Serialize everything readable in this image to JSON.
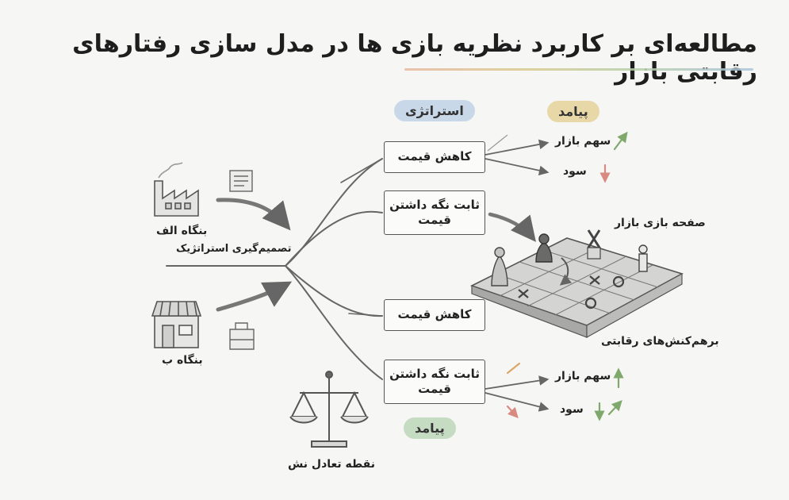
{
  "title": "مطالعه‌ای بر کاربرد نظریه بازی ها در مدل سازی رفتارهای رقابتی بازار",
  "tags": {
    "strategy": "استراتژی",
    "outcome_top": "پیامد",
    "outcome_bottom": "پیامد"
  },
  "firms": {
    "firm_a": "بنگاه الف",
    "firm_b": "بنگاه ب",
    "strategic_decision": "تصمیم‌گیری استراتژیک"
  },
  "strategies": {
    "top_cut": "کاهش قیمت",
    "top_keep_line1": "ثابت نگه داشتن",
    "top_keep_line2": "قیمت",
    "bottom_cut": "کاهش قیمت",
    "bottom_keep_line1": "ثابت نگه داشتن",
    "bottom_keep_line2": "قیمت"
  },
  "outcomes": {
    "top_market_share": "سهم بازار",
    "top_profit": "سود",
    "bottom_market_share": "سهم بازار",
    "bottom_profit": "سود"
  },
  "board": {
    "title": "صفحه بازی بازار",
    "caption": "برهم‌کنش‌های رقابتی"
  },
  "nash": "نقطه تعادل نش",
  "colors": {
    "up_arrow": "#7fa86d",
    "down_arrow": "#d98a80",
    "tag_blue": "#c9d8e8",
    "tag_gold": "#e8d8a8",
    "tag_green": "#c6dcc2"
  }
}
